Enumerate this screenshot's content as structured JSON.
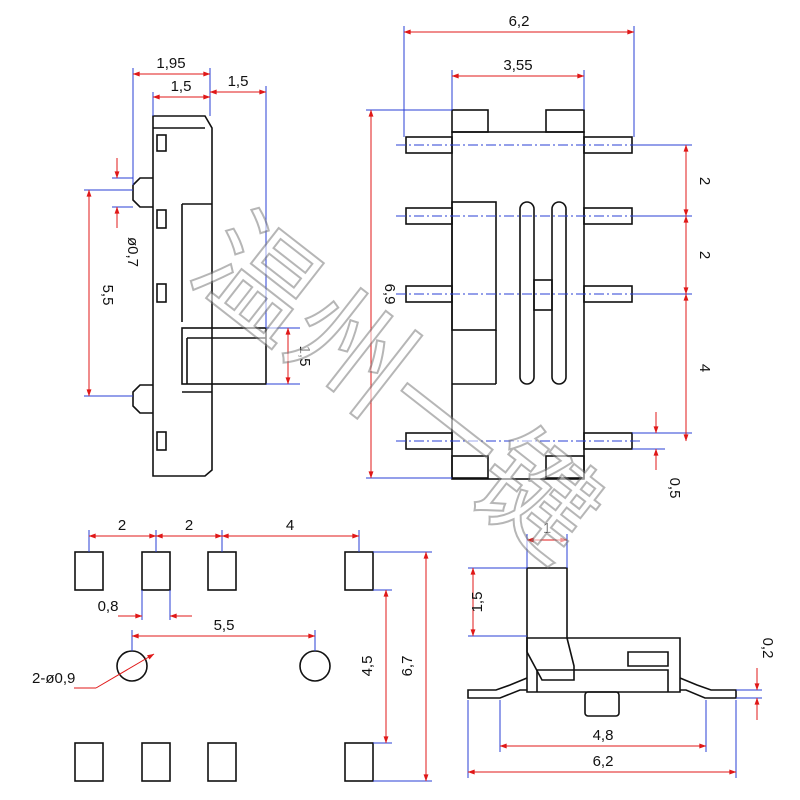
{
  "views": {
    "side": {
      "dim_overall_width": "1,95",
      "dim_body_width": "1,5",
      "dim_actuator_travel": "1,5",
      "dim_pin_diameter": "ø0,7",
      "dim_pin_span": "5,5",
      "dim_actuator_height": "1,5"
    },
    "top": {
      "dim_overall_width": "6,2",
      "dim_body_width": "3,55",
      "dim_body_length": "6,9",
      "dim_pitch_1": "2",
      "dim_pitch_2": "2",
      "dim_pitch_3": "4",
      "dim_pin_width": "0,5"
    },
    "footprint": {
      "dim_pitch_1": "2",
      "dim_pitch_2": "2",
      "dim_pitch_3": "4",
      "dim_pad_width": "0,8",
      "dim_hole_span": "5,5",
      "dim_hole_callout": "2-ø0,9",
      "dim_row_to_hole": "4,5",
      "dim_row_span": "6,7"
    },
    "front": {
      "dim_actuator_width": "1",
      "dim_actuator_height": "1,5",
      "dim_lead_thickness": "0,2",
      "dim_standoff_span": "4,8",
      "dim_overall_width": "6,2"
    }
  },
  "watermark": "温州一键",
  "colors": {
    "outline": "#111111",
    "dimension": "#e01818",
    "extension": "#2a3fd6",
    "watermark": "#7c7c7c"
  }
}
